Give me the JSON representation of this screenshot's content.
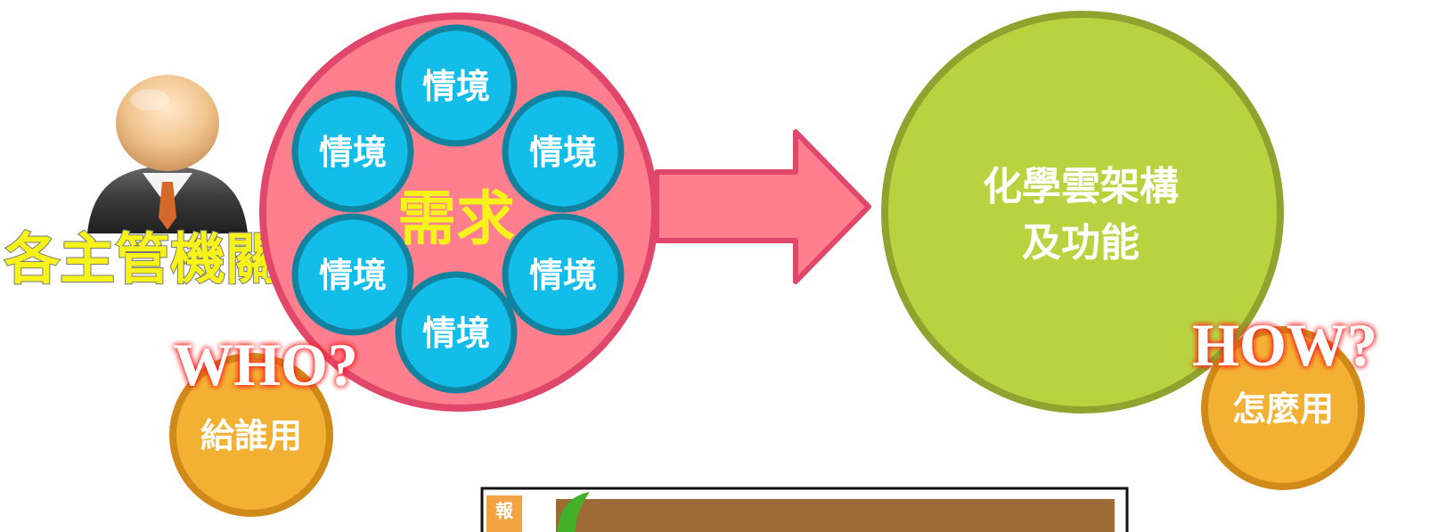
{
  "agency_label": "各主管機關",
  "demand_label": "需求",
  "scenarios": [
    "情境",
    "情境",
    "情境",
    "情境",
    "情境",
    "情境"
  ],
  "platform": {
    "line1": "化學雲架構",
    "line2": "及功能"
  },
  "who": {
    "heading": "WHO?",
    "caption": "給誰用"
  },
  "how": {
    "heading": "HOW?",
    "caption": "怎麼用"
  },
  "bottom_tab_char": "報",
  "colors": {
    "demand_fill": "#ff7f8f",
    "demand_stroke": "#e1476a",
    "scenario_fill": "#13bdea",
    "scenario_stroke": "#11839f",
    "platform_fill": "#b9d340",
    "platform_stroke": "#8fa32e",
    "caption_fill": "#f3b133",
    "caption_stroke": "#d08a1a",
    "arrow_fill": "#ff7f8f",
    "arrow_stroke": "#e1476a",
    "yellow_text": "#f7f31a",
    "red_glow": "#ff1d1d",
    "banner_brown": "#9e6a35",
    "tab_orange": "#f1a441",
    "leaf_green": "#43b02a"
  },
  "icons": {
    "person": "person-icon",
    "arrow": "right-arrow",
    "leaf": "leaf-icon"
  }
}
